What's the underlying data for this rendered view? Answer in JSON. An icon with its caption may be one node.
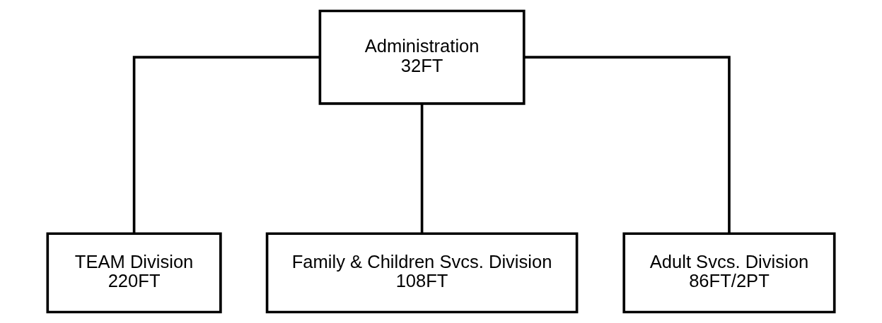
{
  "diagram": {
    "nodes": [
      {
        "text": [
          "Administration",
          "32FT"
        ]
      },
      {
        "text": [
          "TEAM Division",
          "220FT"
        ]
      },
      {
        "text": [
          "Family & Children Svcs. Division",
          "108FT"
        ]
      },
      {
        "text": [
          "Adult Svcs. Division",
          "86FT/2PT"
        ]
      }
    ],
    "edges": [
      {
        "from": 0,
        "to": 1,
        "arrow": "none"
      },
      {
        "from": 0,
        "to": 2,
        "arrow": "none"
      },
      {
        "from": 0,
        "to": 3,
        "arrow": "none"
      }
    ]
  }
}
